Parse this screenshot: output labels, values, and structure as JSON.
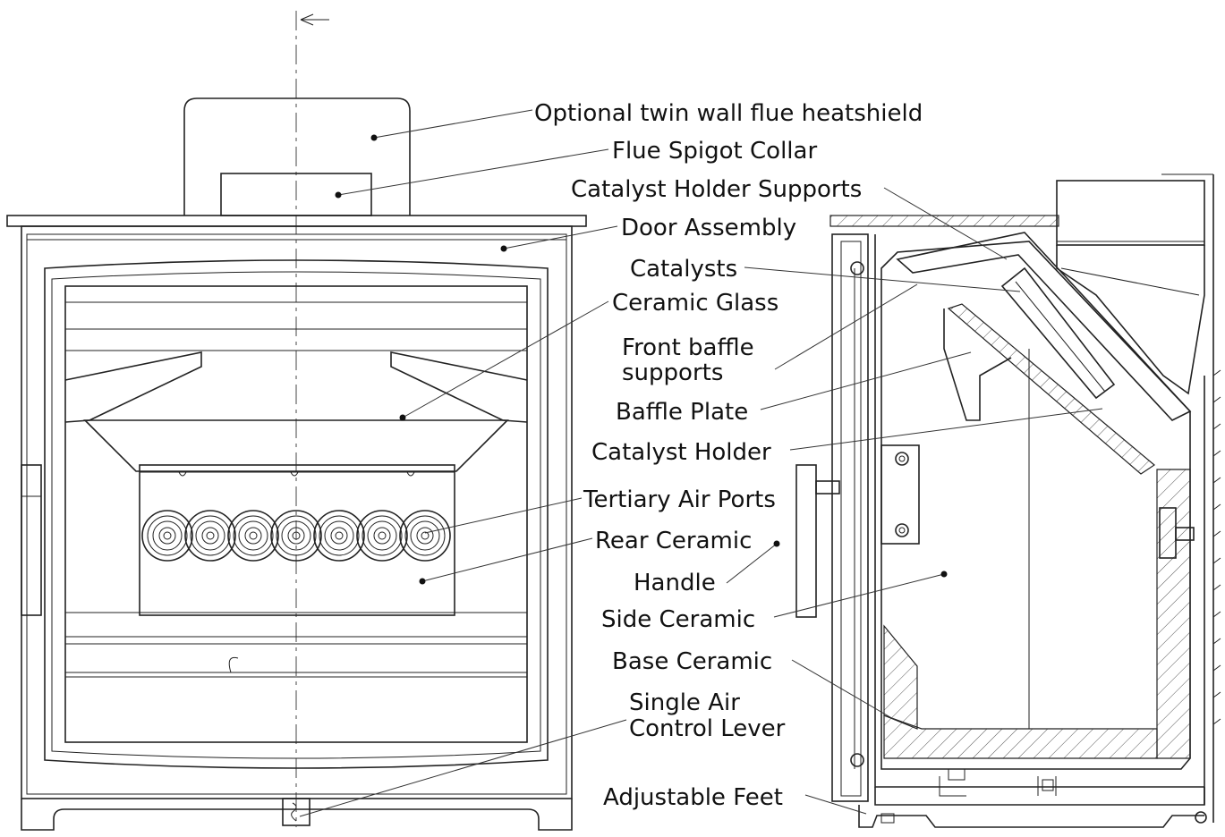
{
  "labels": [
    {
      "id": "heatshield",
      "text": "Optional twin wall flue heatshield"
    },
    {
      "id": "spigot",
      "text": "Flue Spigot Collar"
    },
    {
      "id": "holder-supports",
      "text": "Catalyst Holder Supports"
    },
    {
      "id": "door",
      "text": "Door Assembly"
    },
    {
      "id": "catalysts",
      "text": "Catalysts"
    },
    {
      "id": "glass",
      "text": "Ceramic Glass"
    },
    {
      "id": "front-baffle-1",
      "text": "Front baffle"
    },
    {
      "id": "front-baffle-2",
      "text": "supports"
    },
    {
      "id": "baffle-plate",
      "text": "Baffle Plate"
    },
    {
      "id": "catalyst-holder",
      "text": "Catalyst Holder"
    },
    {
      "id": "tertiary",
      "text": "Tertiary Air Ports"
    },
    {
      "id": "rear-ceramic",
      "text": "Rear Ceramic"
    },
    {
      "id": "handle",
      "text": "Handle"
    },
    {
      "id": "side-ceramic",
      "text": "Side Ceramic"
    },
    {
      "id": "base-ceramic",
      "text": "Base Ceramic"
    },
    {
      "id": "air-lever-1",
      "text": "Single Air"
    },
    {
      "id": "air-lever-2",
      "text": "Control Lever"
    },
    {
      "id": "feet",
      "text": "Adjustable Feet"
    }
  ]
}
